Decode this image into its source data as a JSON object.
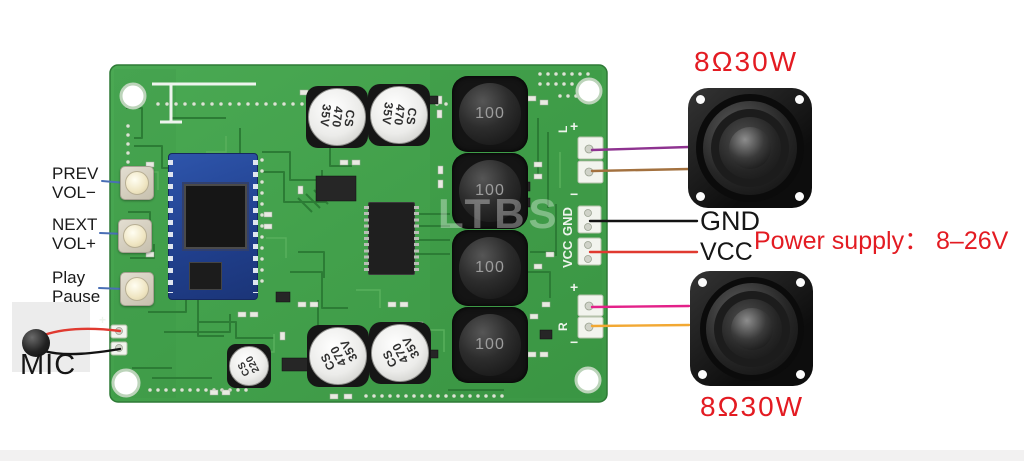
{
  "annotations": {
    "button_labels": [
      {
        "line1": "PREV",
        "line2": "VOL−"
      },
      {
        "line1": "NEXT",
        "line2": "VOL+"
      },
      {
        "line1": "Play",
        "line2": "Pause"
      }
    ],
    "mic_label": "MIC",
    "gnd_label": "GND",
    "vcc_label": "VCC",
    "power_supply_label": "Power supply： 8–26V",
    "speaker_top_label": "8Ω30W",
    "speaker_bottom_label": "8Ω30W"
  },
  "board": {
    "watermark": "LTBS",
    "inductor_labels": [
      "100",
      "100",
      "100",
      "100"
    ],
    "capacitor_large_lines": [
      "CS",
      "470",
      "35V"
    ],
    "capacitor_small_lines": [
      "CS",
      "220"
    ],
    "silkscreen": {
      "gnd": "GND",
      "vcc": "VCC",
      "left_channel": "L",
      "right_channel": "R",
      "plus": "+",
      "minus": "−"
    }
  },
  "colors": {
    "board_green": "#45a24e",
    "label_red": "#e31b22",
    "annotation_blue": "#4a6fb5",
    "wire_purple": "#8e3390",
    "wire_brown": "#a3713f",
    "wire_black": "#121212",
    "wire_red": "#e03a30",
    "wire_magenta": "#e32189",
    "wire_orange": "#f2a833"
  }
}
